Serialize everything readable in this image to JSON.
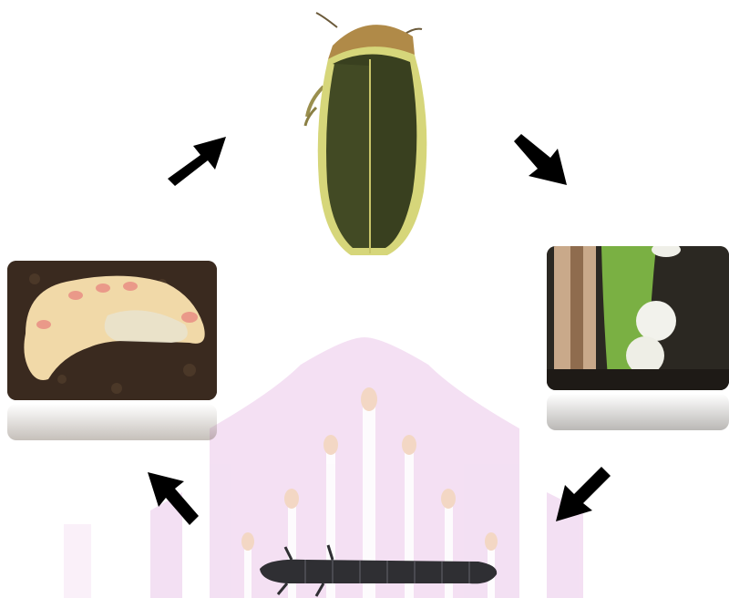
{
  "diagram": {
    "stages": [
      {
        "name": "adult"
      },
      {
        "name": "eggs"
      },
      {
        "name": "larva"
      },
      {
        "name": "pupa"
      }
    ],
    "arrows": [
      {
        "from": "pupa",
        "to": "adult"
      },
      {
        "from": "adult",
        "to": "eggs"
      },
      {
        "from": "eggs",
        "to": "larva"
      },
      {
        "from": "larva",
        "to": "pupa"
      }
    ],
    "watermark": "mosque-silhouette-logo",
    "colors": {
      "watermark": "#ebc7ea",
      "arrow": "#000000",
      "beetle_body": "#39401f",
      "beetle_edge": "#d6d67a",
      "egg": "#f2f2ec",
      "soil": "#3a2a1f",
      "pupa_body": "#f1d9a8",
      "pupa_spots": "#e98a82"
    }
  }
}
